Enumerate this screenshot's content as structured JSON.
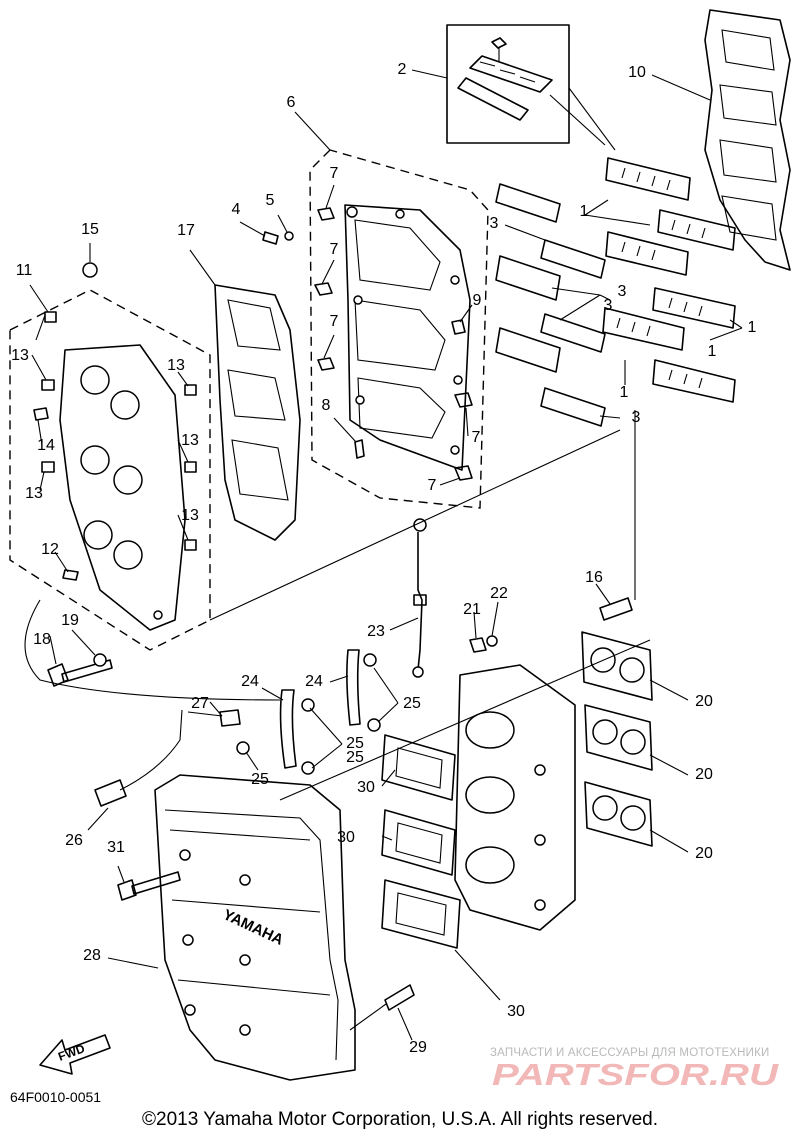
{
  "diagram": {
    "code": "64F0010-0051",
    "copyright": "©2013 Yamaha Motor Corporation, U.S.A. All rights reserved.",
    "cover_lettering": "YAMAHA",
    "direction_arrow_text": "FWD"
  },
  "watermark": {
    "tagline": "ЗАПЧАСТИ И АКСЕССУАРЫ ДЛЯ МОТОТЕХНИКИ",
    "logo_text": "PARTSFOR.RU",
    "logo_color": "#f2b7b7",
    "tagline_color": "#b9b9b9"
  },
  "callouts": [
    "1",
    "1",
    "1",
    "1",
    "2",
    "3",
    "3",
    "3",
    "3",
    "4",
    "5",
    "6",
    "7",
    "7",
    "7",
    "7",
    "7",
    "8",
    "9",
    "10",
    "11",
    "12",
    "13",
    "13",
    "13",
    "13",
    "13",
    "14",
    "15",
    "16",
    "17",
    "18",
    "19",
    "20",
    "20",
    "20",
    "21",
    "22",
    "23",
    "24",
    "24",
    "25",
    "25",
    "25",
    "25",
    "26",
    "27",
    "28",
    "29",
    "30",
    "30",
    "30",
    "31"
  ]
}
